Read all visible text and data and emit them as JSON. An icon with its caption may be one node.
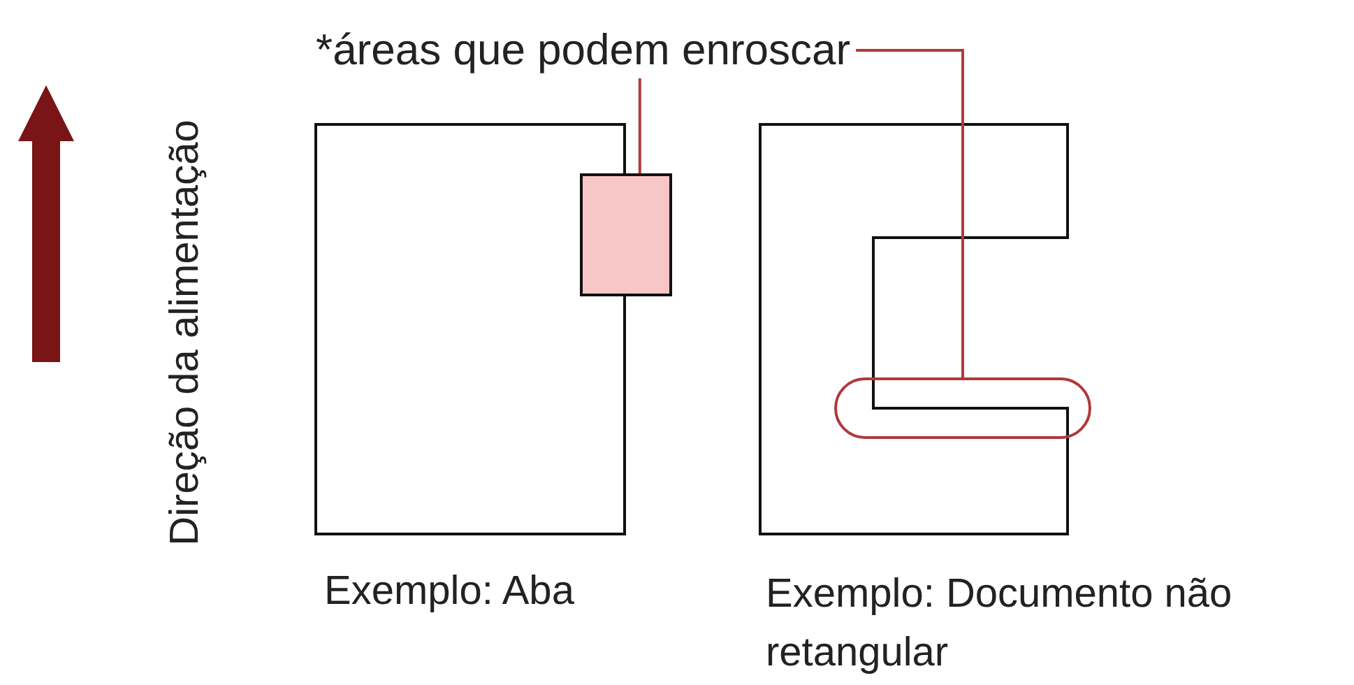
{
  "diagram": {
    "nodes": [
      {
        "text": [
          "*áreas que podem enroscar"
        ]
      },
      {
        "text": [],
        "shape": "box",
        "beside": [
          "Exemplo: Aba"
        ]
      },
      {
        "text": [],
        "shape": "box"
      },
      {
        "text": [],
        "shape": "box",
        "beside": [
          "Exemplo: Documento não retangular"
        ]
      },
      {
        "text": [],
        "shape": "oval"
      }
    ],
    "edges": [
      {
        "from": 0,
        "to": 2,
        "arrow": "none"
      },
      {
        "from": 0,
        "to": 4,
        "arrow": "none"
      }
    ],
    "labels": [
      "Direção da alimentação"
    ]
  }
}
